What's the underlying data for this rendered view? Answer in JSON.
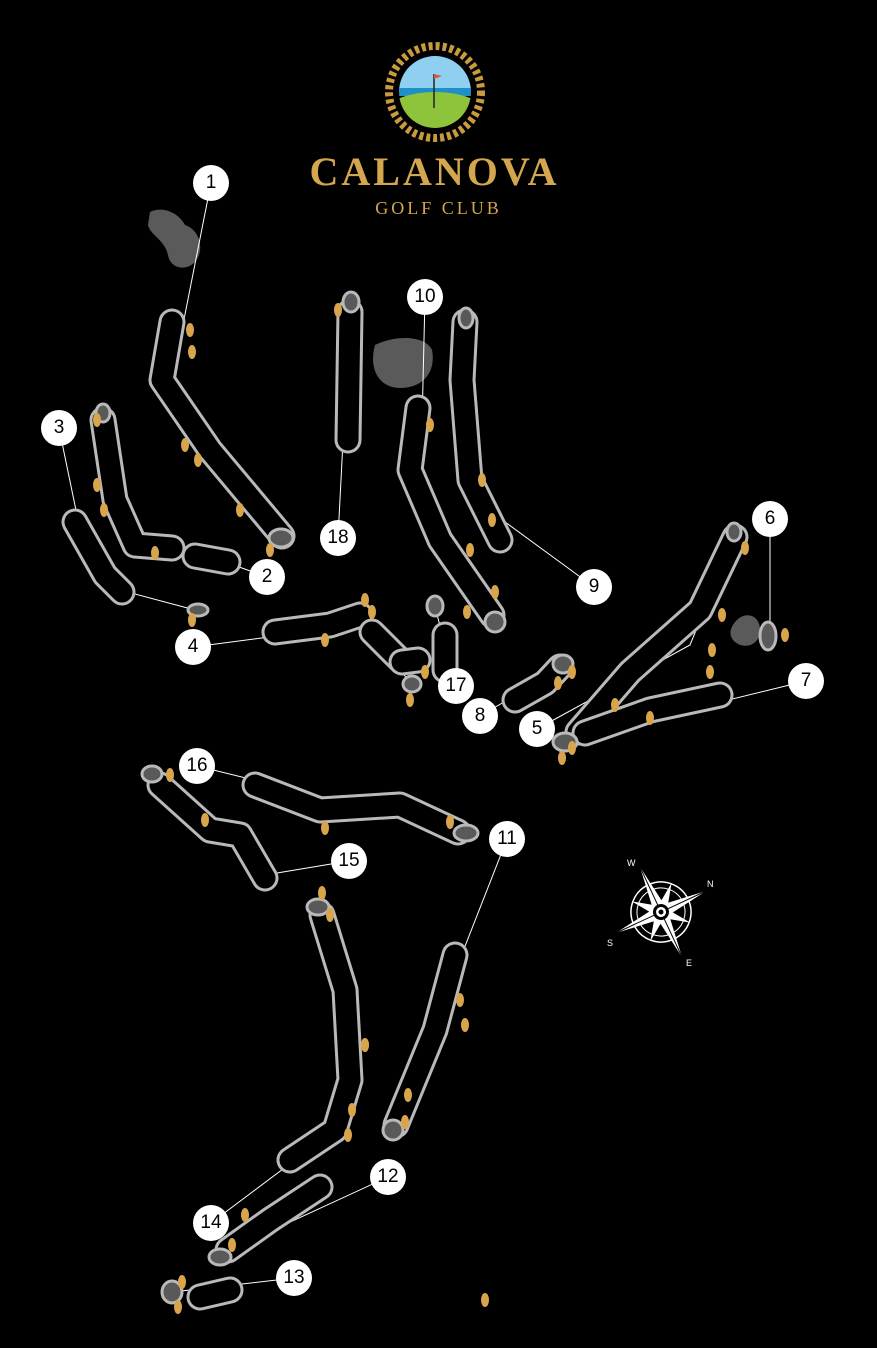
{
  "brand": {
    "name": "CALANOVA",
    "subtitle": "GOLF CLUB"
  },
  "compass": {
    "n": "N",
    "s": "S",
    "e": "E",
    "w": "W"
  },
  "colors": {
    "background": "#000000",
    "gold": "#d4a74f",
    "fairway_outline": "#b9b9b9",
    "green": "#595959",
    "bunker": "#d9a54b"
  },
  "holes": [
    "1",
    "2",
    "3",
    "4",
    "5",
    "6",
    "7",
    "8",
    "9",
    "10",
    "11",
    "12",
    "13",
    "14",
    "15",
    "16",
    "17",
    "18"
  ]
}
